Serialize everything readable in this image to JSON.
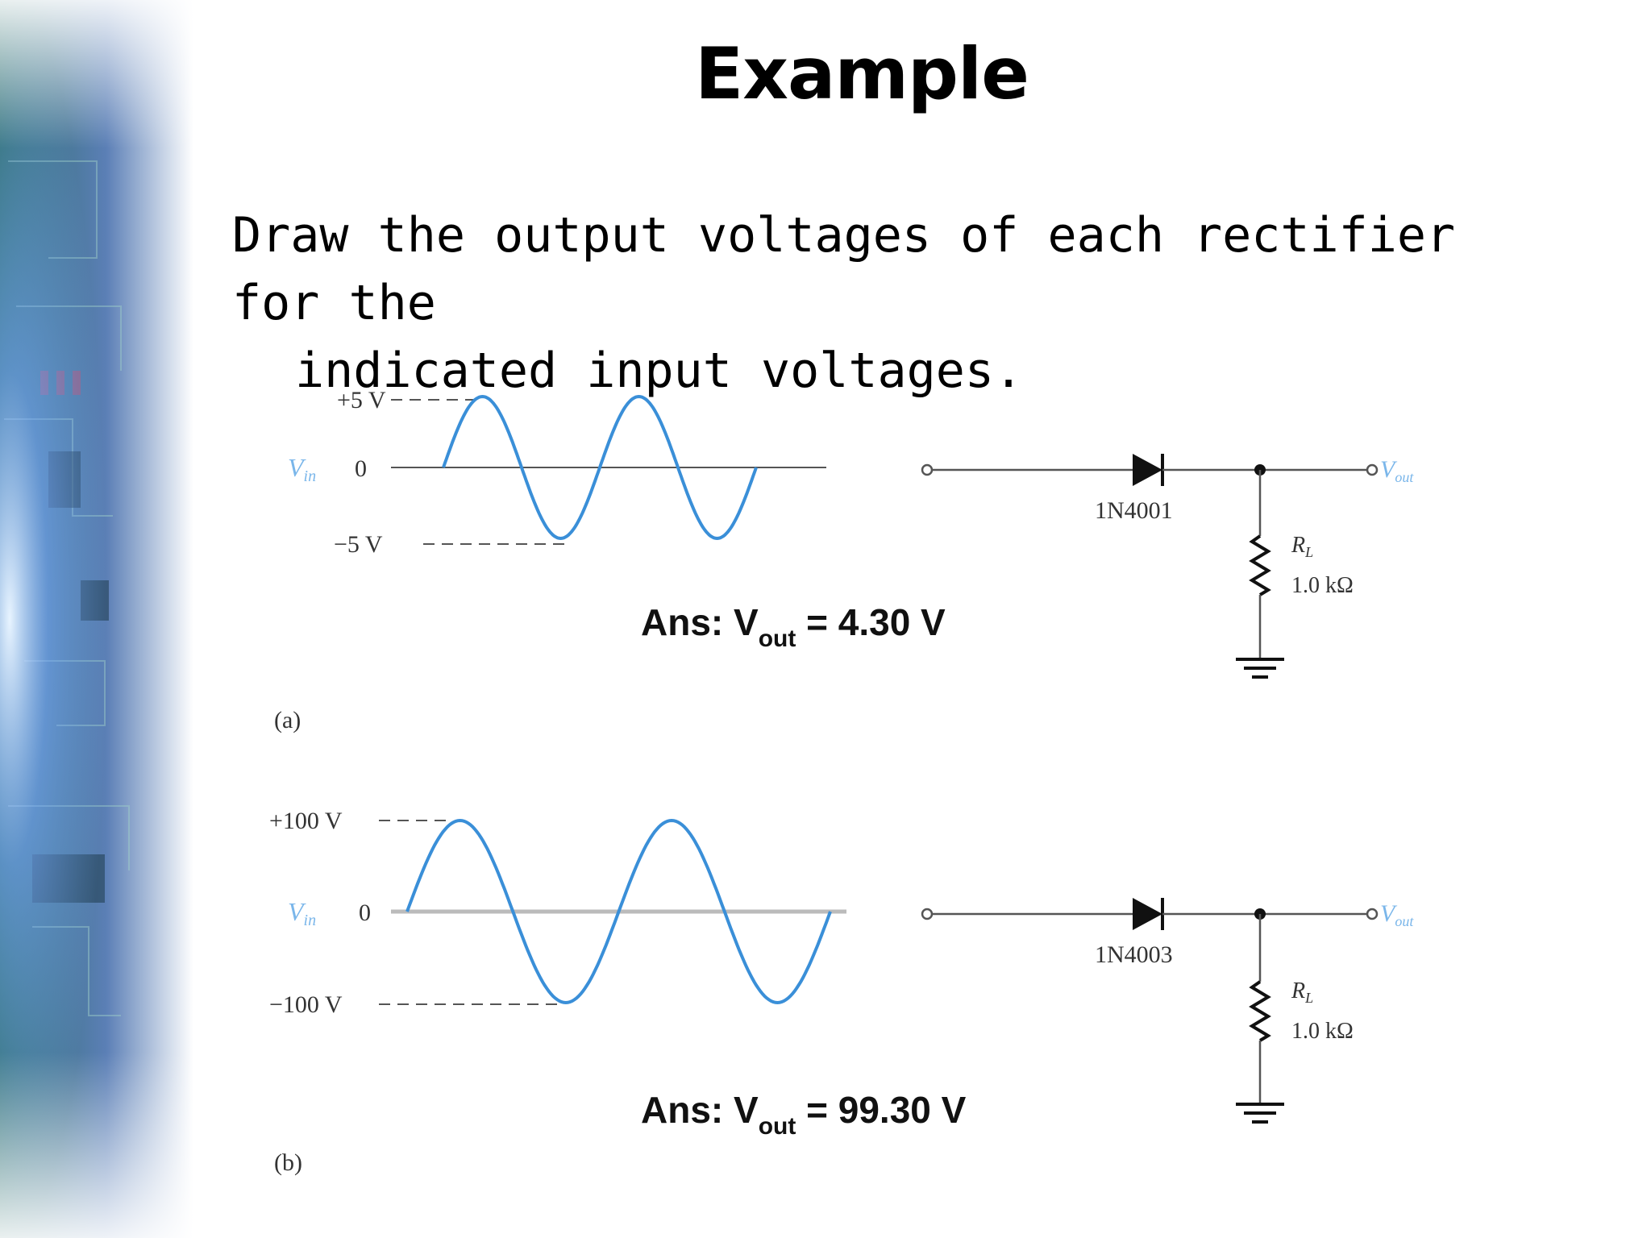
{
  "slide": {
    "title": "Example",
    "instruction_line1": "Draw the output voltages of each rectifier for the",
    "instruction_line2": "indicated input voltages."
  },
  "circuit_a": {
    "label": "(a)",
    "vpos": "+5 V",
    "zero": "0",
    "vneg": "−5 V",
    "vin_label": "V",
    "vin_sub": "in",
    "diode": "1N4001",
    "rl_label": "R",
    "rl_sub": "L",
    "rl_value": "1.0 kΩ",
    "vout_label": "V",
    "vout_sub": "out",
    "ans_prefix": "Ans: V",
    "ans_sub": "out",
    "ans_value": " = 4.30 V"
  },
  "circuit_b": {
    "label": "(b)",
    "vpos": "+100 V",
    "zero": "0",
    "vneg": "−100 V",
    "vin_label": "V",
    "vin_sub": "in",
    "diode": "1N4003",
    "rl_label": "R",
    "rl_sub": "L",
    "rl_value": "1.0 kΩ",
    "vout_label": "V",
    "vout_sub": "out",
    "ans_prefix": "Ans: V",
    "ans_sub": "out",
    "ans_value": " = 99.30 V"
  },
  "colors": {
    "waveform": "#3a8fd8",
    "input_label": "#7ab6ea",
    "wire": "#555555"
  }
}
